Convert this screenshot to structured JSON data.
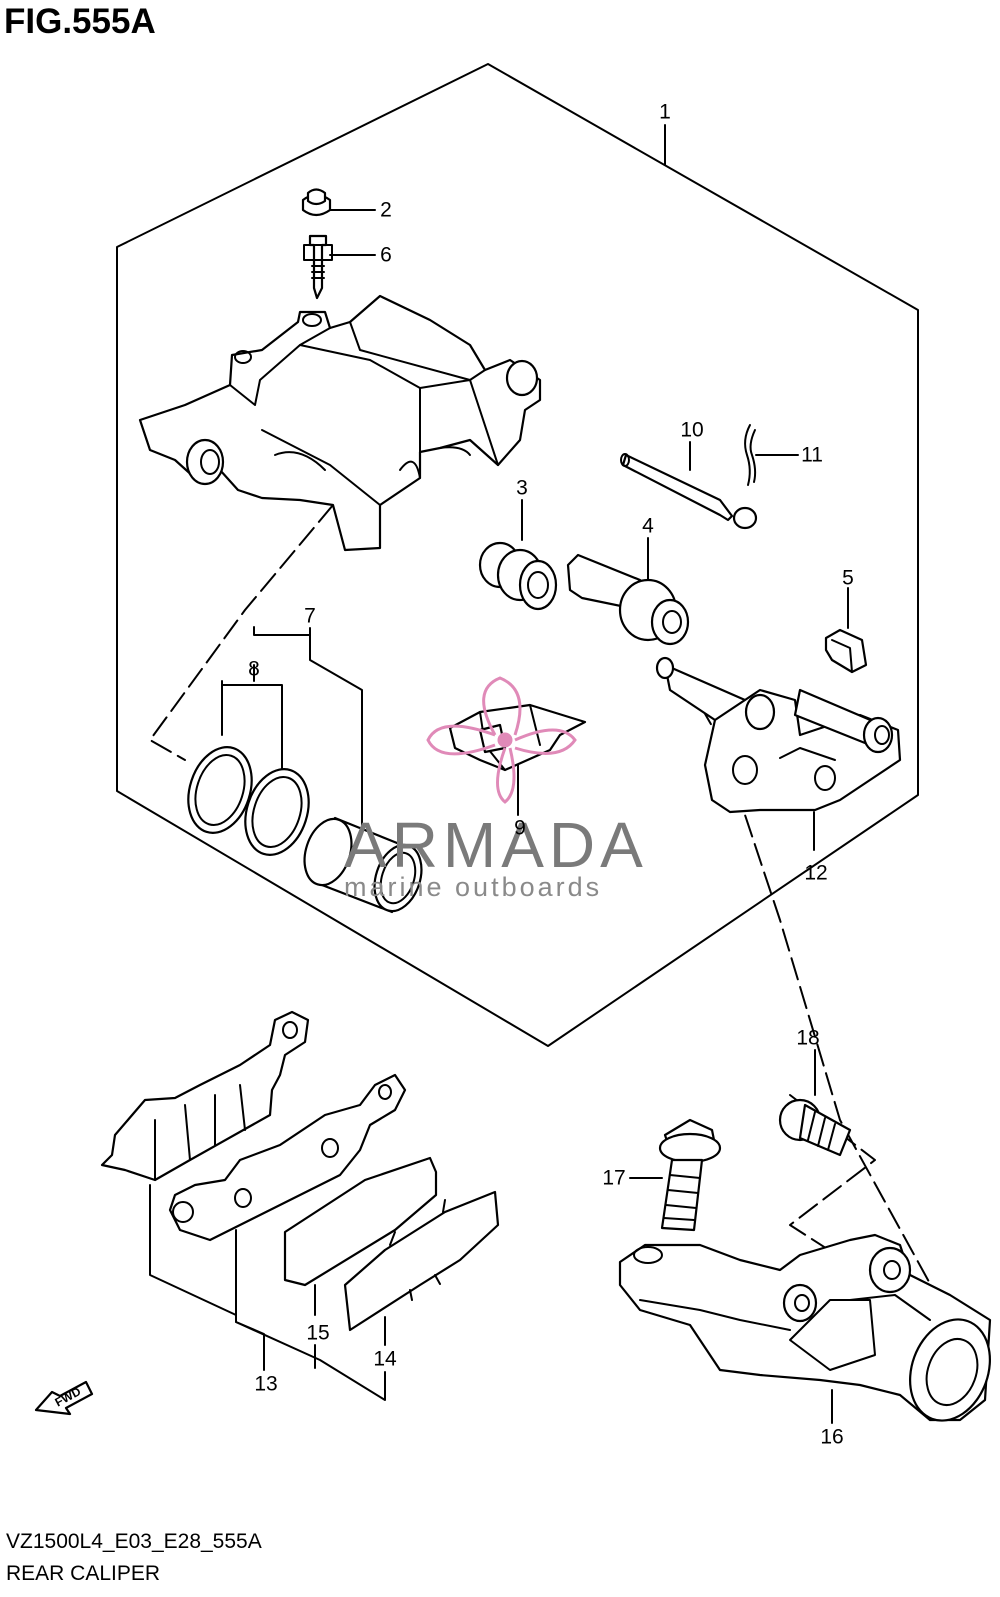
{
  "figure": {
    "title": "FIG.555A",
    "model_code": "VZ1500L4_E03_E28_555A",
    "assembly_name": "REAR CALIPER"
  },
  "watermark": {
    "brand": "ARMADA",
    "tagline": "marine outboards",
    "accent_color": "#e08ab8",
    "text_color": "#7a7a7a"
  },
  "direction_marker": {
    "label": "FWD"
  },
  "callouts": {
    "c1": "1",
    "c2": "2",
    "c3": "3",
    "c4": "4",
    "c5": "5",
    "c6": "6",
    "c7": "7",
    "c8": "8",
    "c9": "9",
    "c10": "10",
    "c11": "11",
    "c12": "12",
    "c13": "13",
    "c14": "14",
    "c15": "15",
    "c16": "16",
    "c17": "17",
    "c18": "18"
  }
}
